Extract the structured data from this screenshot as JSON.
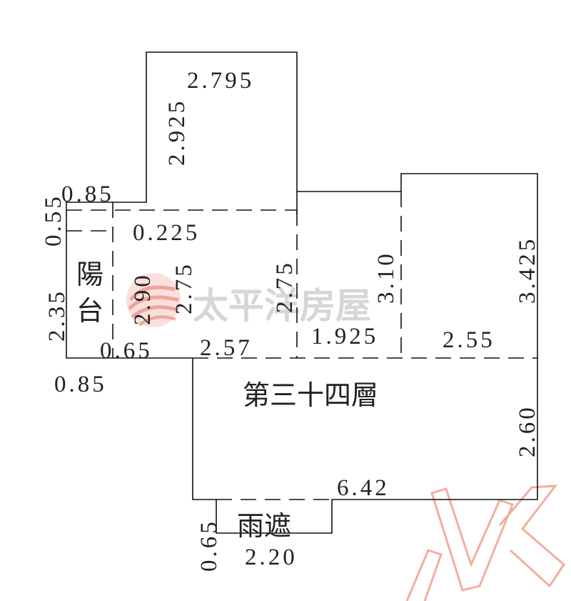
{
  "watermark": {
    "brand_text": "太平洋房屋",
    "logo_color": "#e03a3a",
    "text_color": "#c9c9c9",
    "corner_mark_color": "#f0a090"
  },
  "rooms": {
    "balcony_line1": "陽",
    "balcony_line2": "台",
    "floor_label": "第三十四層",
    "canopy_label": "雨遮"
  },
  "dimensions": {
    "top_width": "2.795",
    "top_height": "2.925",
    "balcony_top_height": "0.55",
    "balcony_top_width": "0.85",
    "inner_offset": "0.225",
    "balcony_inner_height": "2.90",
    "corridor_height": "2.75",
    "room_height": "2.75",
    "mid_height": "3.10",
    "right_height": "3.425",
    "balcony_height": "2.35",
    "corridor_width": "0.65",
    "mid_width_1": "2.57",
    "mid_width_2": "1.925",
    "mid_width_3": "2.55",
    "balcony_bottom_width": "0.85",
    "lower_right_height": "2.60",
    "bottom_width": "6.42",
    "canopy_height": "0.65",
    "canopy_width": "2.20"
  }
}
